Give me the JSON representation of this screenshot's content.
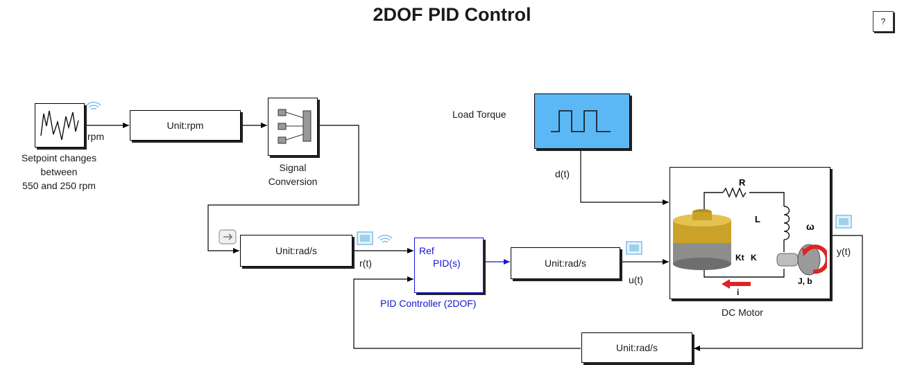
{
  "title": "2DOF PID Control",
  "help_label": "?",
  "blocks": {
    "setpoint_source": {
      "caption_line1": "Setpoint changes",
      "caption_line2": "between",
      "caption_line3": "550 and 250 rpm",
      "port_label": "rpm"
    },
    "unit_rpm": {
      "label": "Unit:rpm"
    },
    "signal_conversion": {
      "caption_line1": "Signal",
      "caption_line2": "Conversion"
    },
    "unit_rad_ref": {
      "label": "Unit:rad/s"
    },
    "pid_controller": {
      "port_ref": "Ref",
      "inner": "PID(s)",
      "caption": "PID Controller (2DOF)"
    },
    "unit_rad_u": {
      "label": "Unit:rad/s"
    },
    "load_torque": {
      "label": "Load Torque"
    },
    "dc_motor": {
      "caption": "DC Motor",
      "sym_R": "R",
      "sym_L": "L",
      "sym_omega": "ω",
      "sym_Kt": "Kt",
      "sym_K": "K",
      "sym_Jb": "J, b",
      "sym_i": "i"
    },
    "unit_rad_fb": {
      "label": "Unit:rad/s"
    }
  },
  "signals": {
    "r": "r(t)",
    "d": "d(t)",
    "u": "u(t)",
    "y": "y(t)"
  },
  "colors": {
    "accent_blue": "#1414d6",
    "load_block": "#5cb8f5",
    "scope_icon": "#9fd0ea",
    "motor_red": "#e02222",
    "motor_gold": "#c9a227"
  }
}
